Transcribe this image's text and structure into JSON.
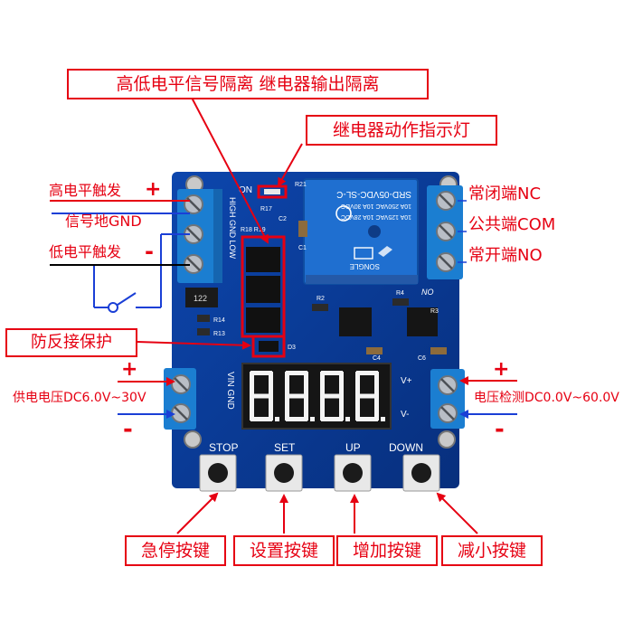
{
  "top_callouts": {
    "isolation": "高低电平信号隔离    继电器输出隔离",
    "relay_indicator": "继电器动作指示灯",
    "reverse_protection": "防反接保护"
  },
  "left_trigger": {
    "high_level": "高电平触发",
    "signal_gnd": "信号地GND",
    "low_level": "低电平触发",
    "plus": "+",
    "minus": "-"
  },
  "relay_terminals": {
    "nc": "常闭端NC",
    "com": "公共端COM",
    "no": "常开端NO"
  },
  "power_supply": {
    "label": "供电电压DC6.0V~30V",
    "plus": "+",
    "minus": "-"
  },
  "voltage_detect": {
    "label": "电压检测DC0.0V~60.0V",
    "plus": "+",
    "minus": "-"
  },
  "buttons": [
    {
      "silk": "STOP",
      "callout": "急停按键"
    },
    {
      "silk": "SET",
      "callout": "设置按键"
    },
    {
      "silk": "UP",
      "callout": "增加按键"
    },
    {
      "silk": "DOWN",
      "callout": "减小按键"
    }
  ],
  "board_silkscreen": {
    "on": "ON",
    "r17": "R17",
    "r21": "R21",
    "r18r19": "R18 R19",
    "c2": "C2",
    "c1": "C1",
    "high_gnd_low": "HIGH GND LOW",
    "r14": "R14",
    "r13": "R13",
    "d3": "D3",
    "r2": "R2",
    "r4": "R4",
    "r3": "R3",
    "c4": "C4",
    "c6": "C6",
    "no": "NO",
    "vin_gnd": "VIN GND",
    "v_plus": "V+",
    "v_minus": "V-",
    "chip_122": "122"
  },
  "relay": {
    "model": "SRD-05VDC-SL-C",
    "rating1": "10A 250VAC  10A 30VDC",
    "rating2": "10A 125VAC  10A 28VDC",
    "brand": "SONGLE"
  },
  "display": {
    "digits": "8.8.8.8."
  },
  "colors": {
    "pcb": "#0b3e9c",
    "terminal": "#1b7ed1",
    "callout": "#e60012",
    "relay": "#1f6fd0"
  }
}
